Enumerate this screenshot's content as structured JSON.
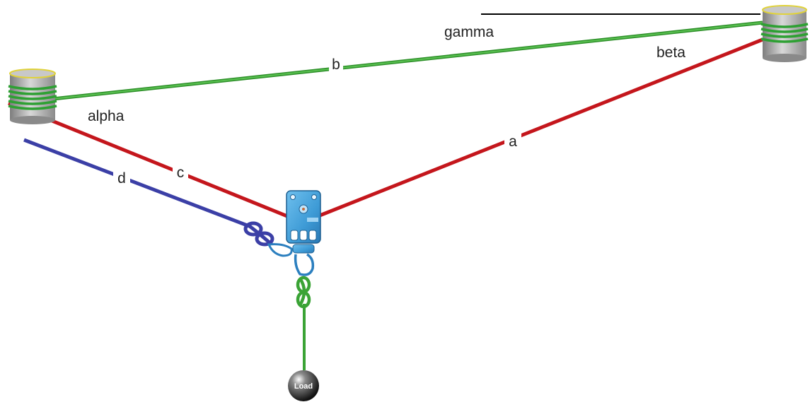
{
  "labels": {
    "rope_a": "a",
    "rope_b": "b",
    "rope_c": "c",
    "rope_d": "d",
    "angle_alpha": "alpha",
    "angle_beta": "beta",
    "angle_gamma": "gamma",
    "load": "Load"
  },
  "colors": {
    "rope_red": "#c4161c",
    "rope_green": "#3aa335",
    "rope_blue": "#3b3fa6",
    "anchor_grey": "#9c9c9c",
    "plate_blue": "#3e9bd6",
    "load_black": "#1a1a1a"
  },
  "icons": [
    "anchor-cylinder",
    "rigging-plate",
    "carabiner",
    "figure-eight-knot",
    "load-ball"
  ]
}
